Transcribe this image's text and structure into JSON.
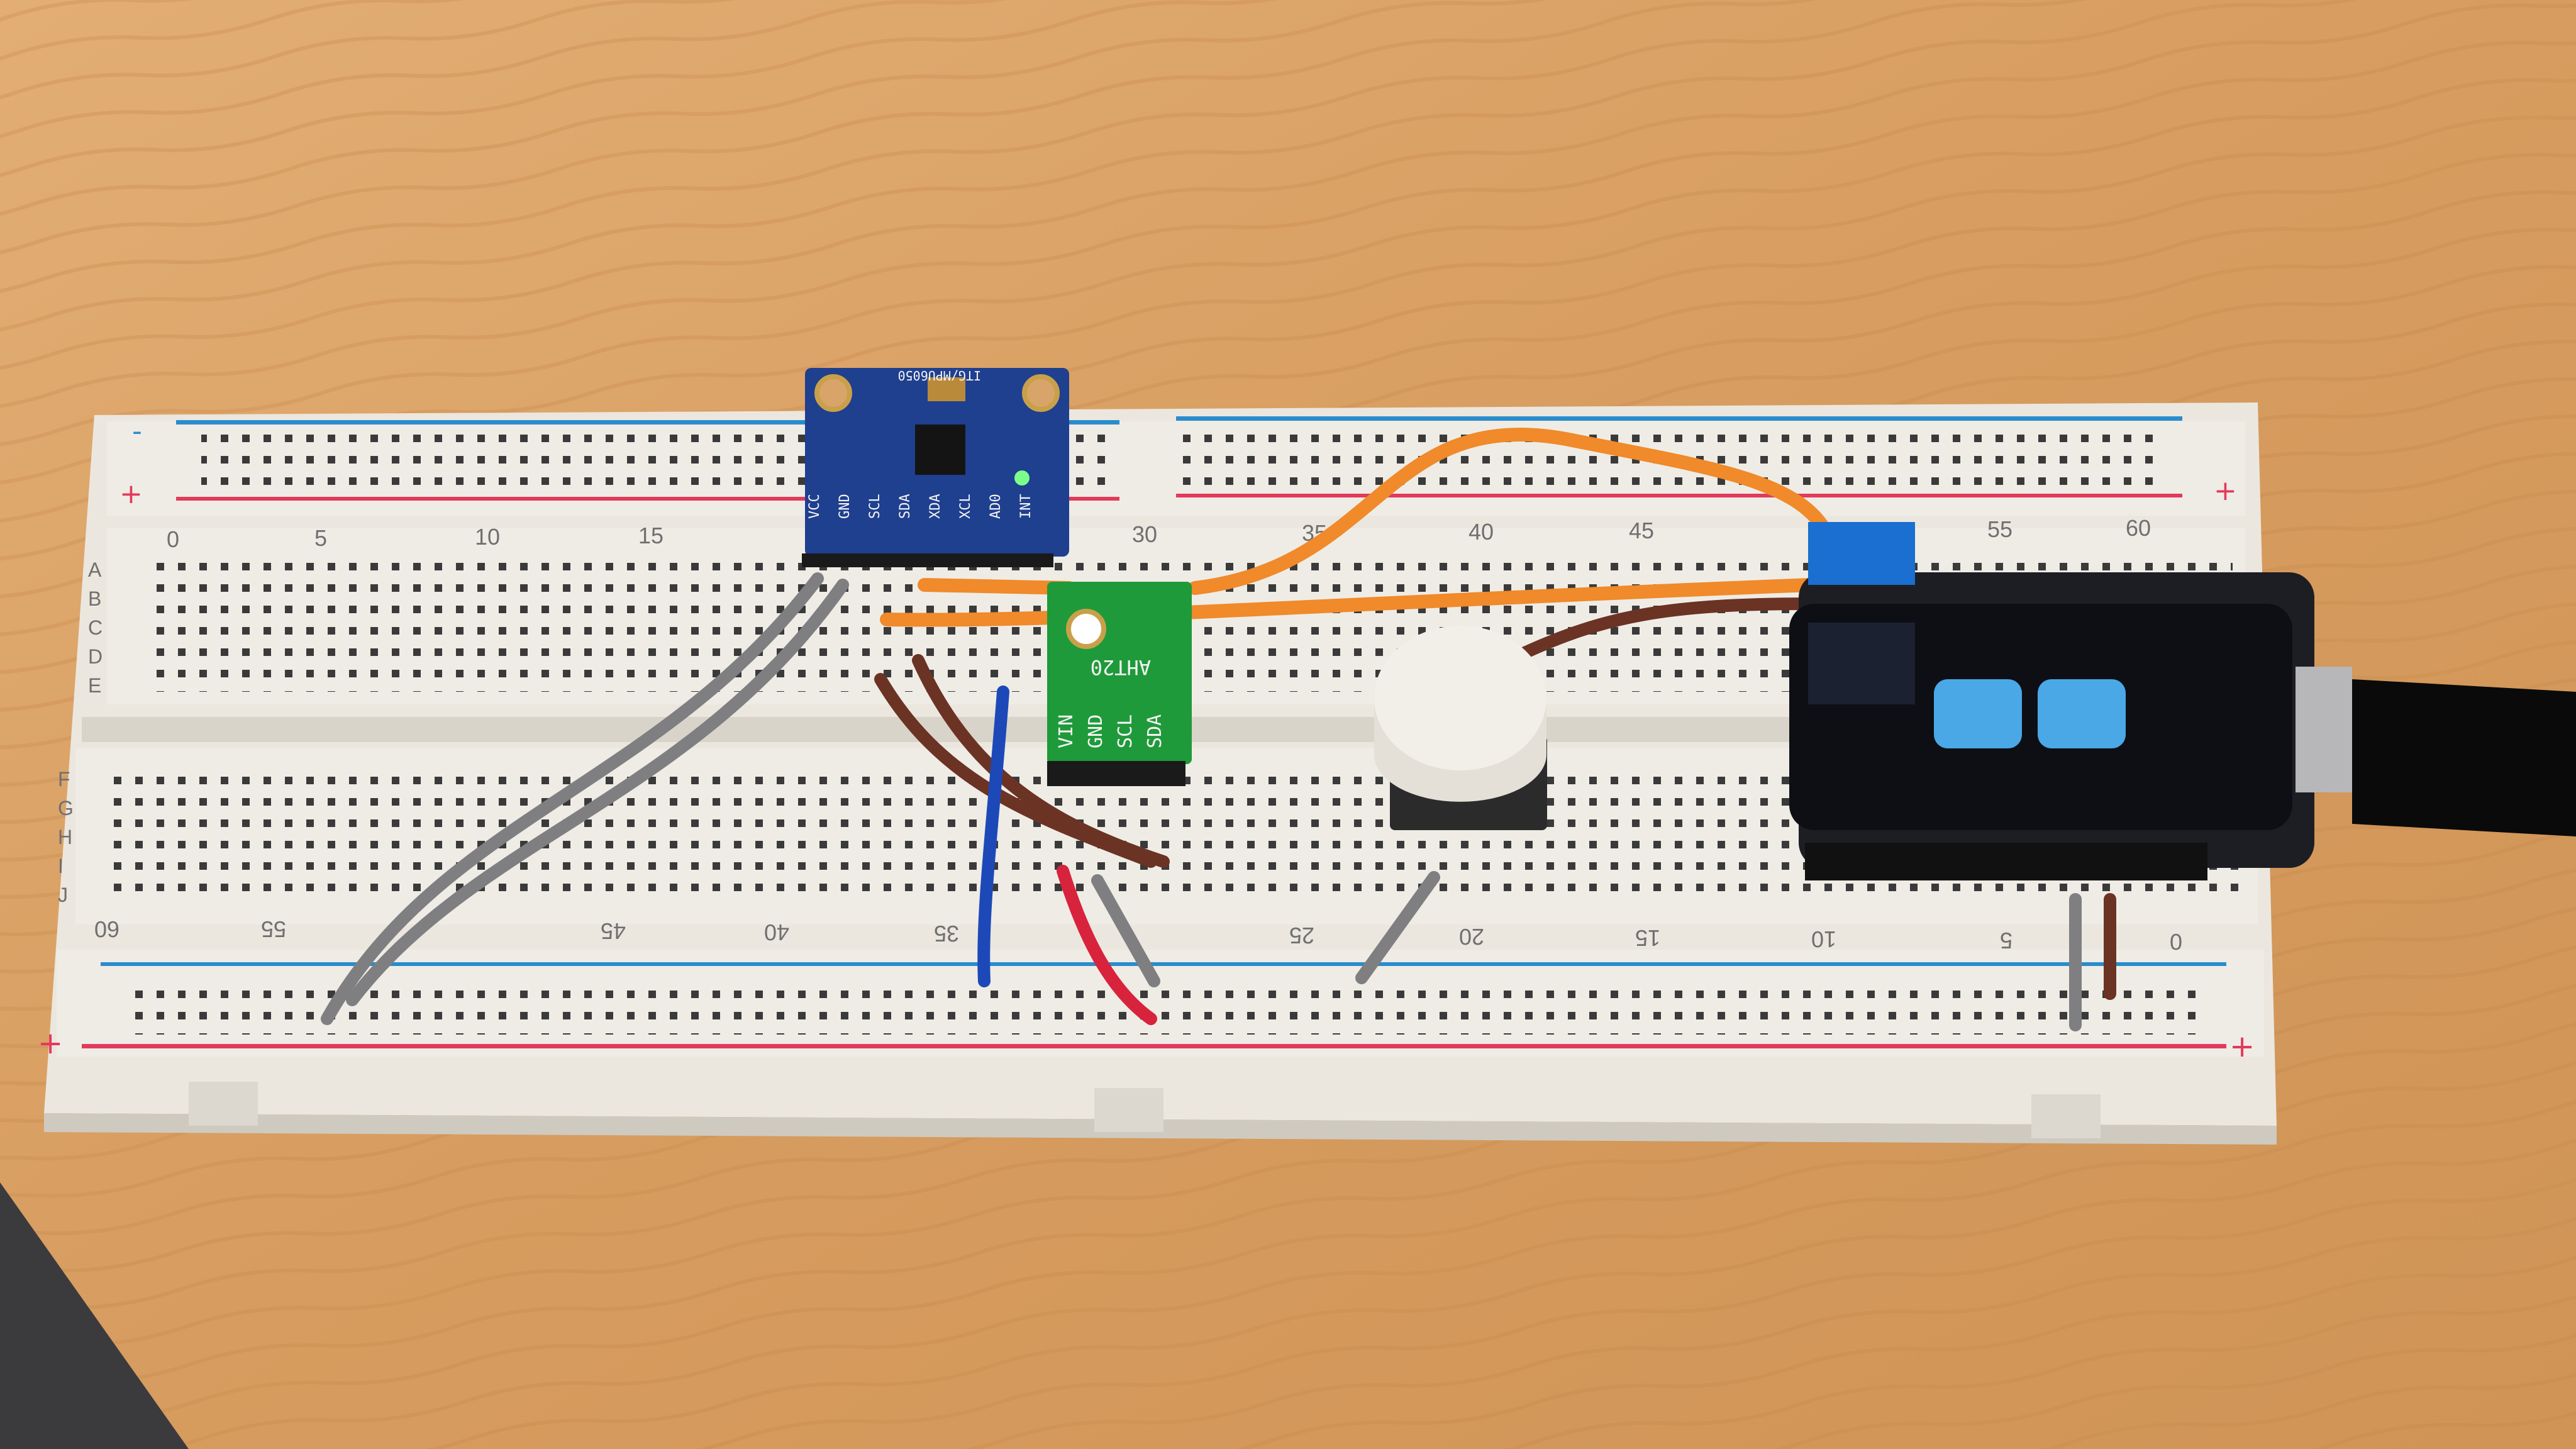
{
  "breadboard": {
    "top_numbers": [
      "0",
      "5",
      "10",
      "15",
      "30",
      "35",
      "40",
      "45",
      "55",
      "60"
    ],
    "bottom_numbers": [
      "60",
      "55",
      "45",
      "40",
      "35",
      "25",
      "20",
      "15",
      "10",
      "5",
      "0"
    ],
    "left_row_letters_top": [
      "A",
      "B",
      "C",
      "D",
      "E"
    ],
    "left_row_letters_bottom": [
      "F",
      "G",
      "H",
      "I",
      "J"
    ],
    "rail_plus": "+",
    "rail_minus": "-",
    "colors": {
      "board": "#eeeae3",
      "hole": "#2a2a2a",
      "red_rail": "#e23a5a",
      "blue_rail": "#2a8ccc"
    }
  },
  "mpu_module": {
    "title": "ITG/MPU6050",
    "pins": [
      "VCC",
      "GND",
      "SCL",
      "SDA",
      "XDA",
      "XCL",
      "AD0",
      "INT"
    ],
    "color": "#1f3f8f"
  },
  "aht_module": {
    "title": "AHT20",
    "pins": [
      "VIN",
      "GND",
      "SCL",
      "SDA"
    ],
    "color": "#1f9a3a"
  },
  "button": {
    "cap_color": "#f2efe9"
  },
  "display_board": {
    "screen_color": "#0d0f14",
    "eye_color": "#4aa8e6"
  },
  "wires": {
    "orange": "#f08a2a",
    "gray": "#7f7f82",
    "brown": "#6b3324",
    "blue": "#1d49b8",
    "red": "#d8233c"
  }
}
